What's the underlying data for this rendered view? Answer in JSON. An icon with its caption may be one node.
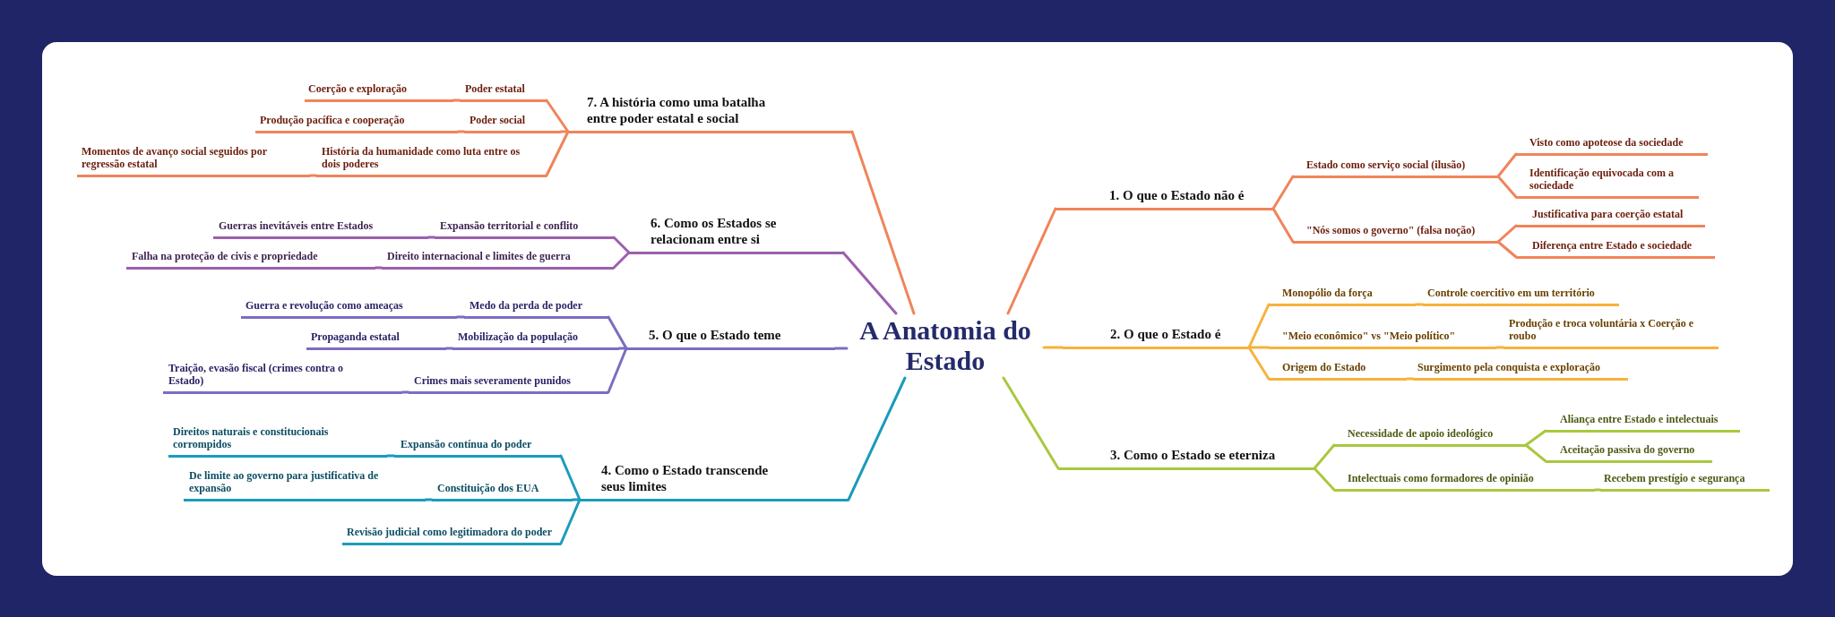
{
  "diagram": {
    "nodes": [
      {
        "text": [
          "A Anatomia do Estado"
        ]
      },
      {
        "text": [
          "1. O que o Estado não é"
        ]
      },
      {
        "text": [
          "Estado como serviço social (ilusão)"
        ]
      },
      {
        "text": [
          "Visto como apoteose da sociedade"
        ]
      },
      {
        "text": [
          "Identificação equivocada com a sociedade"
        ]
      },
      {
        "text": [
          "\"Nós somos o governo\" (falsa noção)"
        ]
      },
      {
        "text": [
          "Justificativa para coerção estatal"
        ]
      },
      {
        "text": [
          "Diferença entre Estado e sociedade"
        ]
      },
      {
        "text": [
          "2. O que o Estado é"
        ]
      },
      {
        "text": [
          "Monopólio da força"
        ]
      },
      {
        "text": [
          "Controle coercitivo em um território"
        ]
      },
      {
        "text": [
          "\"Meio econômico\" vs \"Meio político\""
        ]
      },
      {
        "text": [
          "Produção e troca voluntária x Coerção e roubo"
        ]
      },
      {
        "text": [
          "Origem do Estado"
        ]
      },
      {
        "text": [
          "Surgimento pela conquista e exploração"
        ]
      },
      {
        "text": [
          "3. Como o Estado se eterniza"
        ]
      },
      {
        "text": [
          "Necessidade de apoio ideológico"
        ]
      },
      {
        "text": [
          "Aliança entre Estado e intelectuais"
        ]
      },
      {
        "text": [
          "Aceitação passiva do governo"
        ]
      },
      {
        "text": [
          "Intelectuais como formadores de opinião"
        ]
      },
      {
        "text": [
          "Recebem prestígio e segurança"
        ]
      },
      {
        "text": [
          "4. Como o Estado transcende seus limites"
        ]
      },
      {
        "text": [
          "Expansão contínua do poder"
        ]
      },
      {
        "text": [
          "Direitos naturais e constitucionais corrompidos"
        ]
      },
      {
        "text": [
          "Constituição dos EUA"
        ]
      },
      {
        "text": [
          "De limite ao governo para justificativa de expansão"
        ]
      },
      {
        "text": [
          "Revisão judicial como legitimadora do poder"
        ]
      },
      {
        "text": [
          "5. O que o Estado teme"
        ]
      },
      {
        "text": [
          "Medo da perda de poder"
        ]
      },
      {
        "text": [
          "Guerra e revolução como ameaças"
        ]
      },
      {
        "text": [
          "Mobilização da população"
        ]
      },
      {
        "text": [
          "Propaganda estatal"
        ]
      },
      {
        "text": [
          "Crimes mais severamente punidos"
        ]
      },
      {
        "text": [
          "Traição, evasão fiscal (crimes contra o Estado)"
        ]
      },
      {
        "text": [
          "6. Como os Estados se relacionam entre si"
        ]
      },
      {
        "text": [
          "Expansão territorial e conflito"
        ]
      },
      {
        "text": [
          "Guerras inevitáveis entre Estados"
        ]
      },
      {
        "text": [
          "Direito internacional e limites de guerra"
        ]
      },
      {
        "text": [
          "Falha na proteção de civis e propriedade"
        ]
      },
      {
        "text": [
          "7. A história como uma batalha entre poder estatal e social"
        ]
      },
      {
        "text": [
          "Poder estatal"
        ]
      },
      {
        "text": [
          "Coerção e exploração"
        ]
      },
      {
        "text": [
          "Poder social"
        ]
      },
      {
        "text": [
          "Produção pacífica e cooperação"
        ]
      },
      {
        "text": [
          "História da humanidade como luta entre os dois poderes"
        ]
      },
      {
        "text": [
          "Momentos de avanço social seguidos por regressão estatal"
        ]
      }
    ],
    "edges": [
      {
        "from": 0,
        "to": 1,
        "arrow": "none",
        "color": "#f0845a"
      },
      {
        "from": 1,
        "to": 2,
        "arrow": "none",
        "color": "#f0845a"
      },
      {
        "from": 2,
        "to": 3,
        "arrow": "none",
        "color": "#f0845a"
      },
      {
        "from": 2,
        "to": 4,
        "arrow": "none",
        "color": "#f0845a"
      },
      {
        "from": 1,
        "to": 5,
        "arrow": "none",
        "color": "#f0845a"
      },
      {
        "from": 5,
        "to": 6,
        "arrow": "none",
        "color": "#f0845a"
      },
      {
        "from": 5,
        "to": 7,
        "arrow": "none",
        "color": "#f0845a"
      },
      {
        "from": 0,
        "to": 8,
        "arrow": "none",
        "color": "#f7b23b"
      },
      {
        "from": 8,
        "to": 9,
        "arrow": "none",
        "color": "#f7b23b"
      },
      {
        "from": 9,
        "to": 10,
        "arrow": "none",
        "color": "#f7b23b"
      },
      {
        "from": 8,
        "to": 11,
        "arrow": "none",
        "color": "#f7b23b"
      },
      {
        "from": 11,
        "to": 12,
        "arrow": "none",
        "color": "#f7b23b"
      },
      {
        "from": 8,
        "to": 13,
        "arrow": "none",
        "color": "#f7b23b"
      },
      {
        "from": 13,
        "to": 14,
        "arrow": "none",
        "color": "#f7b23b"
      },
      {
        "from": 0,
        "to": 15,
        "arrow": "none",
        "color": "#a9c83f"
      },
      {
        "from": 15,
        "to": 16,
        "arrow": "none",
        "color": "#a9c83f"
      },
      {
        "from": 16,
        "to": 17,
        "arrow": "none",
        "color": "#a9c83f"
      },
      {
        "from": 16,
        "to": 18,
        "arrow": "none",
        "color": "#a9c83f"
      },
      {
        "from": 15,
        "to": 19,
        "arrow": "none",
        "color": "#a9c83f"
      },
      {
        "from": 19,
        "to": 20,
        "arrow": "none",
        "color": "#a9c83f"
      },
      {
        "from": 0,
        "to": 21,
        "arrow": "none",
        "color": "#1a9bbb"
      },
      {
        "from": 21,
        "to": 22,
        "arrow": "none",
        "color": "#1a9bbb"
      },
      {
        "from": 22,
        "to": 23,
        "arrow": "none",
        "color": "#1a9bbb"
      },
      {
        "from": 21,
        "to": 24,
        "arrow": "none",
        "color": "#1a9bbb"
      },
      {
        "from": 24,
        "to": 25,
        "arrow": "none",
        "color": "#1a9bbb"
      },
      {
        "from": 21,
        "to": 26,
        "arrow": "none",
        "color": "#1a9bbb"
      },
      {
        "from": 0,
        "to": 27,
        "arrow": "none",
        "color": "#7d6cc2"
      },
      {
        "from": 27,
        "to": 28,
        "arrow": "none",
        "color": "#7d6cc2"
      },
      {
        "from": 28,
        "to": 29,
        "arrow": "none",
        "color": "#7d6cc2"
      },
      {
        "from": 27,
        "to": 30,
        "arrow": "none",
        "color": "#7d6cc2"
      },
      {
        "from": 30,
        "to": 31,
        "arrow": "none",
        "color": "#7d6cc2"
      },
      {
        "from": 27,
        "to": 32,
        "arrow": "none",
        "color": "#7d6cc2"
      },
      {
        "from": 32,
        "to": 33,
        "arrow": "none",
        "color": "#7d6cc2"
      },
      {
        "from": 0,
        "to": 34,
        "arrow": "none",
        "color": "#9c5fae"
      },
      {
        "from": 34,
        "to": 35,
        "arrow": "none",
        "color": "#9c5fae"
      },
      {
        "from": 35,
        "to": 36,
        "arrow": "none",
        "color": "#9c5fae"
      },
      {
        "from": 34,
        "to": 37,
        "arrow": "none",
        "color": "#9c5fae"
      },
      {
        "from": 37,
        "to": 38,
        "arrow": "none",
        "color": "#9c5fae"
      },
      {
        "from": 0,
        "to": 39,
        "arrow": "none",
        "color": "#f0845a"
      },
      {
        "from": 39,
        "to": 40,
        "arrow": "none",
        "color": "#f0845a"
      },
      {
        "from": 40,
        "to": 41,
        "arrow": "none",
        "color": "#f0845a"
      },
      {
        "from": 39,
        "to": 42,
        "arrow": "none",
        "color": "#f0845a"
      },
      {
        "from": 42,
        "to": 43,
        "arrow": "none",
        "color": "#f0845a"
      },
      {
        "from": 39,
        "to": 44,
        "arrow": "none",
        "color": "#f0845a"
      },
      {
        "from": 44,
        "to": 45,
        "arrow": "none",
        "color": "#f0845a"
      }
    ]
  }
}
